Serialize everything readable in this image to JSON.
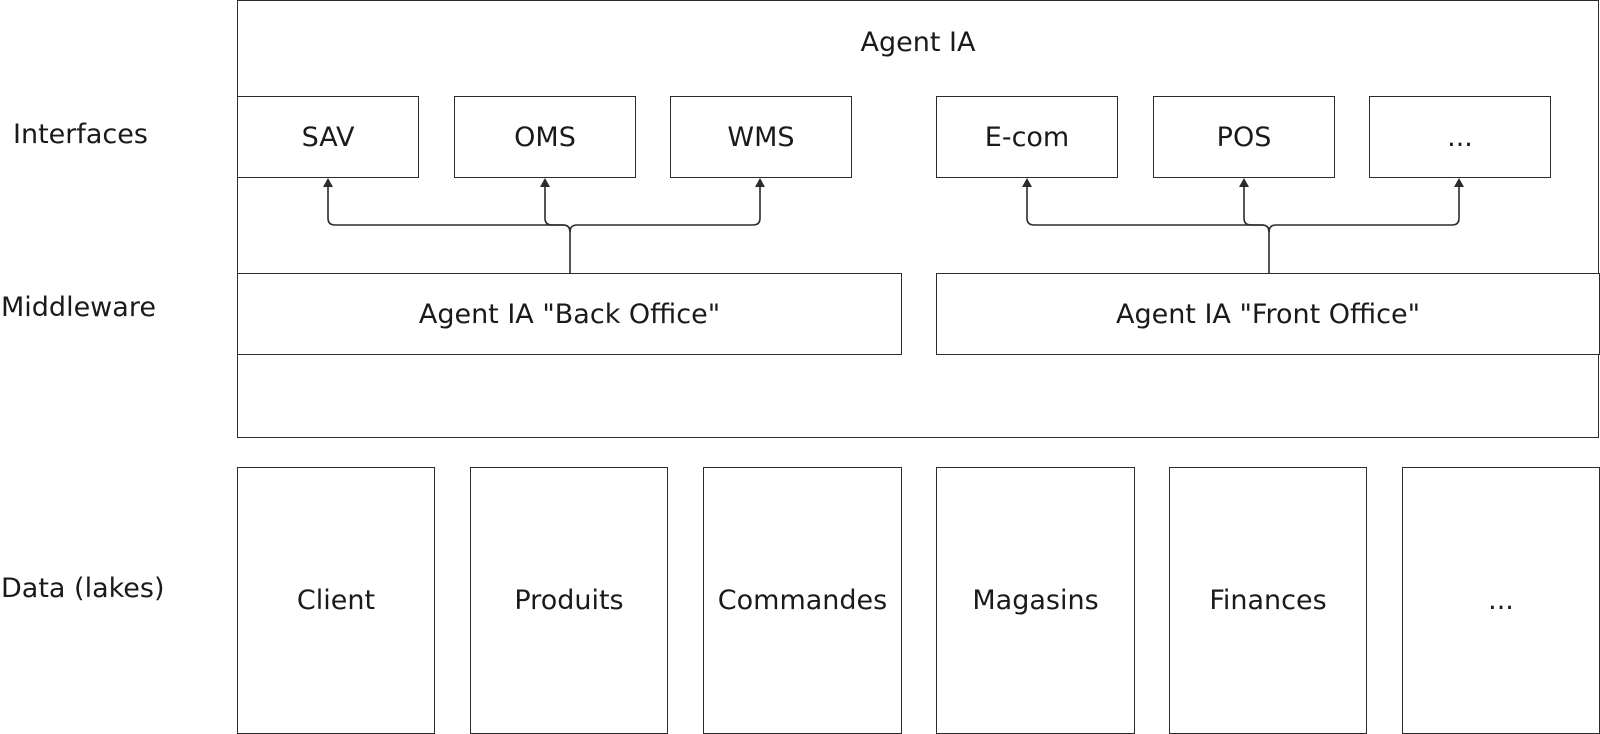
{
  "rows": {
    "interfaces": "Interfaces",
    "middleware": "Middleware",
    "data": "Data (lakes)"
  },
  "agent_container": {
    "title": "Agent IA"
  },
  "interfaces": [
    "SAV",
    "OMS",
    "WMS",
    "E-com",
    "POS",
    "..."
  ],
  "middleware": {
    "back_office": "Agent IA \"Back Office\"",
    "front_office": "Agent IA \"Front Office\""
  },
  "data_lakes": [
    "Client",
    "Produits",
    "Commandes",
    "Magasins",
    "Finances",
    "..."
  ],
  "colors": {
    "stroke": "#2b2b2b",
    "background": "#ffffff"
  }
}
